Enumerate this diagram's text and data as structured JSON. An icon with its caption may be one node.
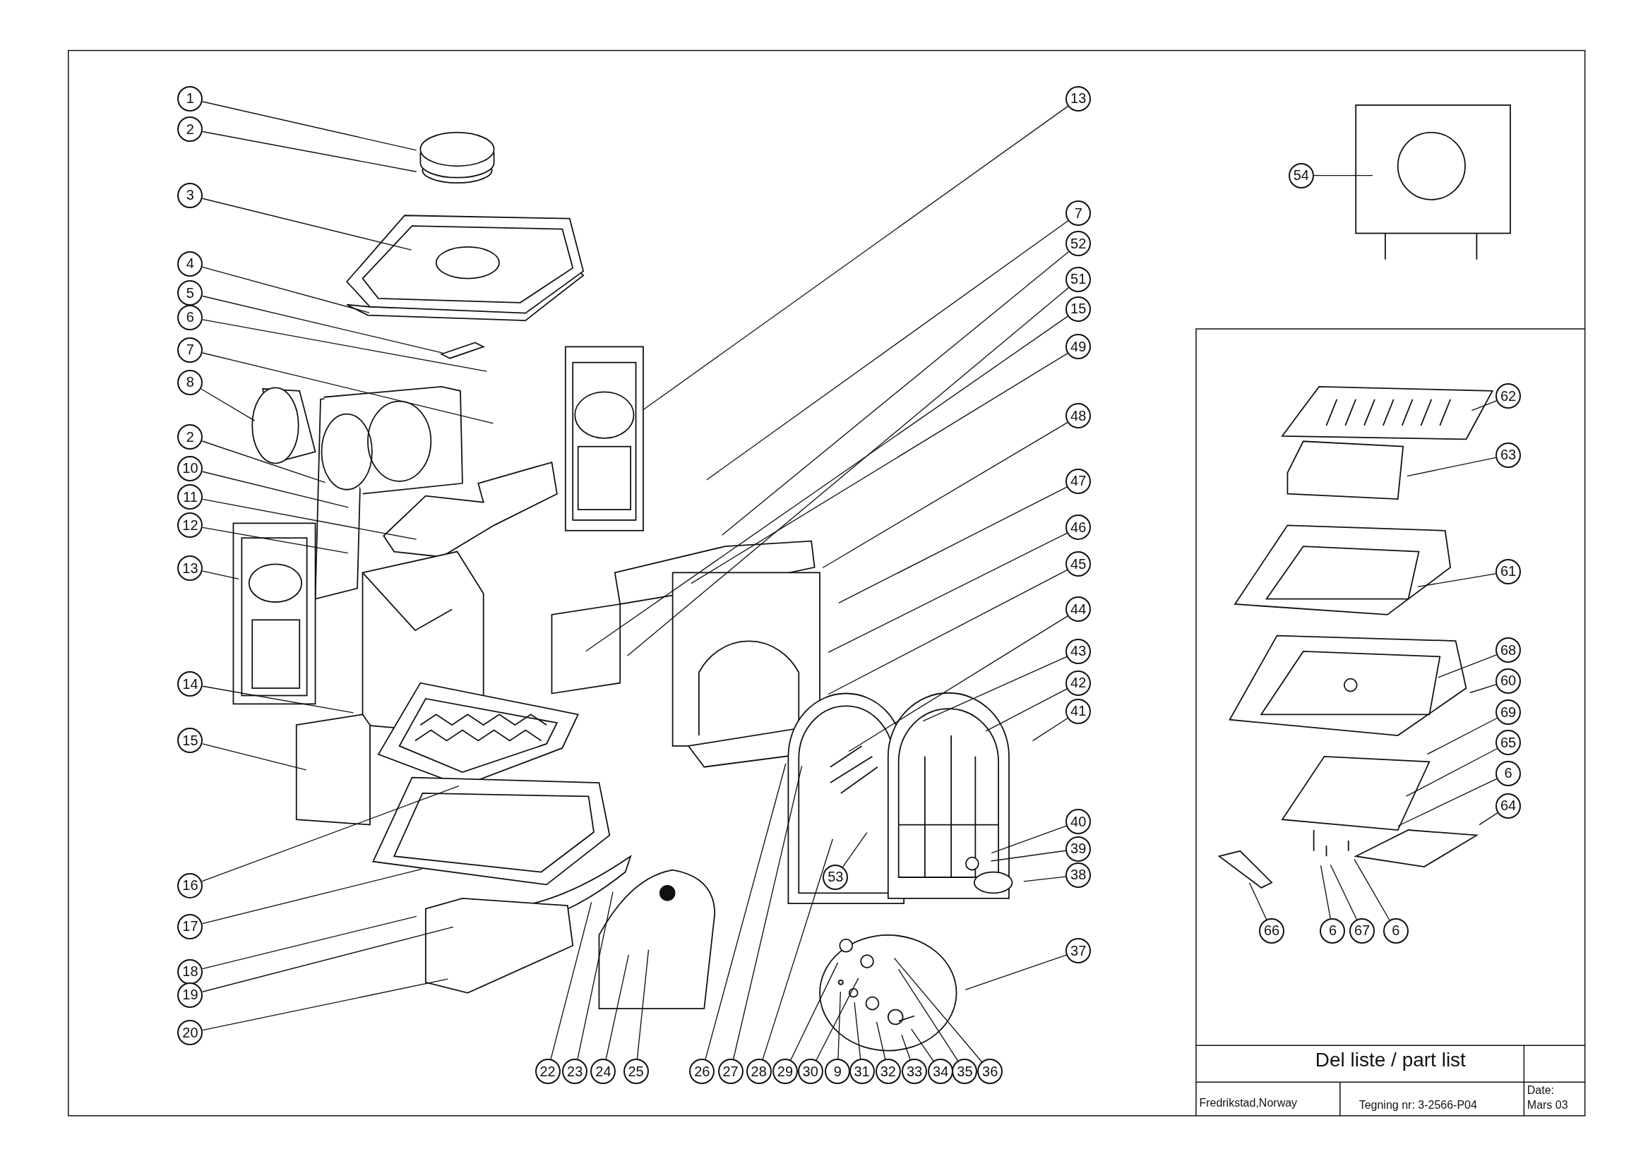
{
  "diagram": {
    "title": "Del liste / part list",
    "nodes": [
      {
        "text": [
          "1"
        ]
      },
      {
        "text": [
          "2"
        ]
      },
      {
        "text": [
          "3"
        ]
      },
      {
        "text": [
          "4"
        ]
      },
      {
        "text": [
          "5"
        ]
      },
      {
        "text": [
          "6"
        ]
      },
      {
        "text": [
          "7"
        ]
      },
      {
        "text": [
          "8"
        ]
      },
      {
        "text": [
          "2"
        ]
      },
      {
        "text": [
          "10"
        ]
      },
      {
        "text": [
          "11"
        ]
      },
      {
        "text": [
          "12"
        ]
      },
      {
        "text": [
          "13"
        ]
      },
      {
        "text": [
          "14"
        ]
      },
      {
        "text": [
          "15"
        ]
      },
      {
        "text": [
          "16"
        ]
      },
      {
        "text": [
          "17"
        ]
      },
      {
        "text": [
          "18"
        ]
      },
      {
        "text": [
          "19"
        ]
      },
      {
        "text": [
          "20"
        ]
      },
      {
        "text": [
          "13"
        ]
      },
      {
        "text": [
          "7"
        ]
      },
      {
        "text": [
          "52"
        ]
      },
      {
        "text": [
          "51"
        ]
      },
      {
        "text": [
          "15"
        ]
      },
      {
        "text": [
          "49"
        ]
      },
      {
        "text": [
          "48"
        ]
      },
      {
        "text": [
          "47"
        ]
      },
      {
        "text": [
          "46"
        ]
      },
      {
        "text": [
          "45"
        ]
      },
      {
        "text": [
          "44"
        ]
      },
      {
        "text": [
          "43"
        ]
      },
      {
        "text": [
          "42"
        ]
      },
      {
        "text": [
          "41"
        ]
      },
      {
        "text": [
          "40"
        ]
      },
      {
        "text": [
          "39"
        ]
      },
      {
        "text": [
          "38"
        ]
      },
      {
        "text": [
          "37"
        ]
      },
      {
        "text": [
          "53"
        ]
      },
      {
        "text": [
          "22"
        ]
      },
      {
        "text": [
          "23"
        ]
      },
      {
        "text": [
          "24"
        ]
      },
      {
        "text": [
          "25"
        ]
      },
      {
        "text": [
          "26"
        ]
      },
      {
        "text": [
          "27"
        ]
      },
      {
        "text": [
          "28"
        ]
      },
      {
        "text": [
          "29"
        ]
      },
      {
        "text": [
          "30"
        ]
      },
      {
        "text": [
          "9"
        ]
      },
      {
        "text": [
          "31"
        ]
      },
      {
        "text": [
          "32"
        ]
      },
      {
        "text": [
          "33"
        ]
      },
      {
        "text": [
          "34"
        ]
      },
      {
        "text": [
          "35"
        ]
      },
      {
        "text": [
          "36"
        ]
      },
      {
        "text": [
          "54"
        ]
      },
      {
        "text": [
          "62"
        ]
      },
      {
        "text": [
          "63"
        ]
      },
      {
        "text": [
          "61"
        ]
      },
      {
        "text": [
          "68"
        ]
      },
      {
        "text": [
          "60"
        ]
      },
      {
        "text": [
          "69"
        ]
      },
      {
        "text": [
          "65"
        ]
      },
      {
        "text": [
          "6"
        ]
      },
      {
        "text": [
          "64"
        ]
      },
      {
        "text": [
          "66"
        ]
      },
      {
        "text": [
          "6"
        ]
      },
      {
        "text": [
          "67"
        ]
      },
      {
        "text": [
          "6"
        ]
      }
    ],
    "edges": [
      {
        "from": 0,
        "to": null,
        "arrow": "none"
      },
      {
        "from": 1,
        "to": null,
        "arrow": "none"
      },
      {
        "from": 2,
        "to": null,
        "arrow": "none"
      },
      {
        "from": 3,
        "to": null,
        "arrow": "none"
      },
      {
        "from": 4,
        "to": null,
        "arrow": "none"
      },
      {
        "from": 5,
        "to": null,
        "arrow": "none"
      },
      {
        "from": 6,
        "to": null,
        "arrow": "none"
      },
      {
        "from": 7,
        "to": null,
        "arrow": "none"
      },
      {
        "from": 8,
        "to": null,
        "arrow": "none"
      },
      {
        "from": 9,
        "to": null,
        "arrow": "none"
      },
      {
        "from": 10,
        "to": null,
        "arrow": "none"
      },
      {
        "from": 11,
        "to": null,
        "arrow": "none"
      },
      {
        "from": 12,
        "to": null,
        "arrow": "none"
      },
      {
        "from": 13,
        "to": null,
        "arrow": "none"
      },
      {
        "from": 14,
        "to": null,
        "arrow": "none"
      },
      {
        "from": 15,
        "to": null,
        "arrow": "none"
      },
      {
        "from": 16,
        "to": null,
        "arrow": "none"
      },
      {
        "from": 17,
        "to": null,
        "arrow": "none"
      },
      {
        "from": 18,
        "to": null,
        "arrow": "none"
      },
      {
        "from": 19,
        "to": null,
        "arrow": "none"
      },
      {
        "from": 20,
        "to": null,
        "arrow": "none"
      },
      {
        "from": 21,
        "to": null,
        "arrow": "none"
      },
      {
        "from": 22,
        "to": null,
        "arrow": "none"
      },
      {
        "from": 23,
        "to": null,
        "arrow": "none"
      },
      {
        "from": 24,
        "to": null,
        "arrow": "none"
      },
      {
        "from": 25,
        "to": null,
        "arrow": "none"
      },
      {
        "from": 26,
        "to": null,
        "arrow": "none"
      },
      {
        "from": 27,
        "to": null,
        "arrow": "none"
      },
      {
        "from": 28,
        "to": null,
        "arrow": "none"
      },
      {
        "from": 29,
        "to": null,
        "arrow": "none"
      },
      {
        "from": 30,
        "to": null,
        "arrow": "none"
      },
      {
        "from": 31,
        "to": null,
        "arrow": "none"
      },
      {
        "from": 32,
        "to": null,
        "arrow": "none"
      },
      {
        "from": 33,
        "to": null,
        "arrow": "none"
      },
      {
        "from": 34,
        "to": null,
        "arrow": "none"
      },
      {
        "from": 35,
        "to": null,
        "arrow": "none"
      },
      {
        "from": 36,
        "to": null,
        "arrow": "none"
      },
      {
        "from": 37,
        "to": null,
        "arrow": "none"
      },
      {
        "from": 38,
        "to": null,
        "arrow": "none"
      },
      {
        "from": 39,
        "to": null,
        "arrow": "none"
      },
      {
        "from": 40,
        "to": null,
        "arrow": "none"
      },
      {
        "from": 41,
        "to": null,
        "arrow": "none"
      },
      {
        "from": 42,
        "to": null,
        "arrow": "none"
      },
      {
        "from": 43,
        "to": null,
        "arrow": "none"
      },
      {
        "from": 44,
        "to": null,
        "arrow": "none"
      },
      {
        "from": 45,
        "to": null,
        "arrow": "none"
      },
      {
        "from": 46,
        "to": null,
        "arrow": "none"
      },
      {
        "from": 47,
        "to": null,
        "arrow": "none"
      },
      {
        "from": 48,
        "to": null,
        "arrow": "none"
      },
      {
        "from": 49,
        "to": null,
        "arrow": "none"
      },
      {
        "from": 50,
        "to": null,
        "arrow": "none"
      },
      {
        "from": 51,
        "to": null,
        "arrow": "none"
      },
      {
        "from": 52,
        "to": null,
        "arrow": "none"
      },
      {
        "from": 53,
        "to": null,
        "arrow": "none"
      },
      {
        "from": 54,
        "to": null,
        "arrow": "none"
      },
      {
        "from": 55,
        "to": null,
        "arrow": "none"
      },
      {
        "from": 56,
        "to": null,
        "arrow": "none"
      },
      {
        "from": 57,
        "to": null,
        "arrow": "none"
      },
      {
        "from": 58,
        "to": null,
        "arrow": "none"
      },
      {
        "from": 59,
        "to": null,
        "arrow": "none"
      },
      {
        "from": 60,
        "to": null,
        "arrow": "none"
      },
      {
        "from": 61,
        "to": null,
        "arrow": "none"
      },
      {
        "from": 62,
        "to": null,
        "arrow": "none"
      },
      {
        "from": 63,
        "to": null,
        "arrow": "none"
      },
      {
        "from": 64,
        "to": null,
        "arrow": "none"
      },
      {
        "from": 65,
        "to": null,
        "arrow": "none"
      },
      {
        "from": 66,
        "to": null,
        "arrow": "none"
      },
      {
        "from": 67,
        "to": null,
        "arrow": "none"
      },
      {
        "from": 68,
        "to": null,
        "arrow": "none"
      }
    ],
    "labels": [
      "Fredrikstad,Norway",
      "Tegning nr: 3-2566-P04",
      "Date:",
      "Mars 03"
    ]
  }
}
